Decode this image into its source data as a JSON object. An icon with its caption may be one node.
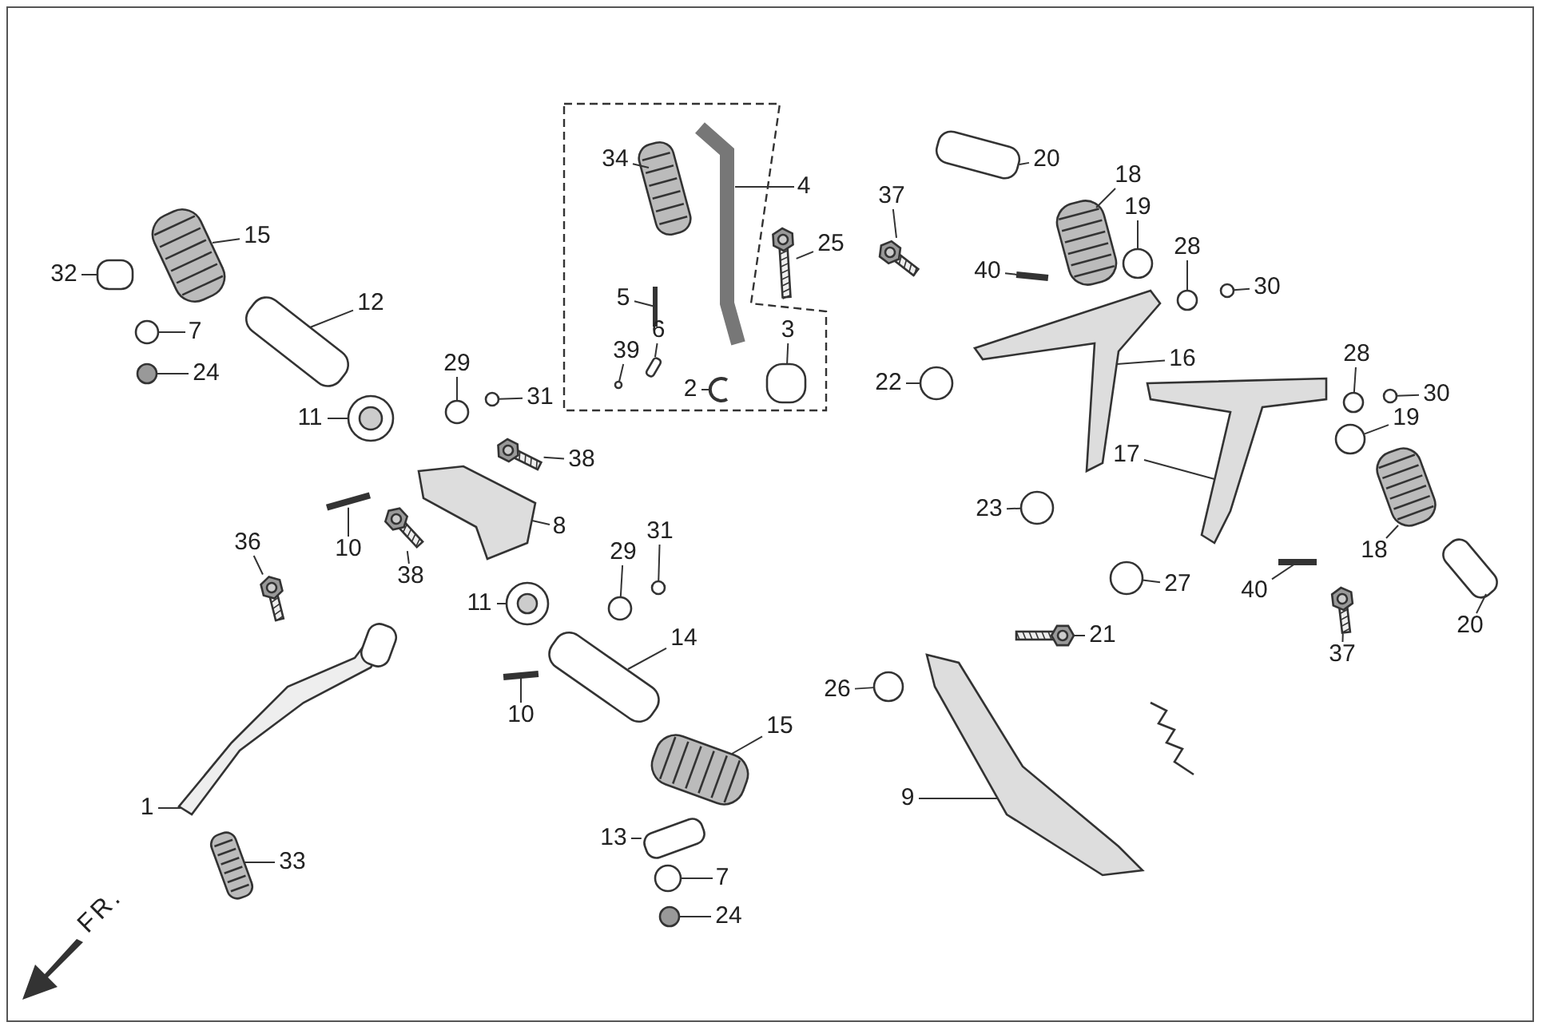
{
  "diagram": {
    "nodes": [
      {
        "text": [
          "20"
        ]
      },
      {
        "text": [
          "34"
        ]
      },
      {
        "text": [
          "18"
        ]
      },
      {
        "text": [
          "4"
        ]
      },
      {
        "text": [
          "37"
        ]
      },
      {
        "text": [
          "19"
        ]
      },
      {
        "text": [
          "15"
        ]
      },
      {
        "text": [
          "25"
        ]
      },
      {
        "text": [
          "28"
        ]
      },
      {
        "text": [
          "40"
        ]
      },
      {
        "text": [
          "32"
        ]
      },
      {
        "text": [
          "30"
        ]
      },
      {
        "text": [
          "5"
        ]
      },
      {
        "text": [
          "12"
        ]
      },
      {
        "text": [
          "6"
        ]
      },
      {
        "text": [
          "3"
        ]
      },
      {
        "text": [
          "7"
        ]
      },
      {
        "text": [
          "16"
        ]
      },
      {
        "text": [
          "39"
        ]
      },
      {
        "text": [
          "28"
        ]
      },
      {
        "text": [
          "29"
        ]
      },
      {
        "text": [
          "24"
        ]
      },
      {
        "text": [
          "22"
        ]
      },
      {
        "text": [
          "2"
        ]
      },
      {
        "text": [
          "30"
        ]
      },
      {
        "text": [
          "31"
        ]
      },
      {
        "text": [
          "11"
        ]
      },
      {
        "text": [
          "17"
        ]
      },
      {
        "text": [
          "19"
        ]
      },
      {
        "text": [
          "38"
        ]
      },
      {
        "text": [
          "23"
        ]
      },
      {
        "text": [
          "40"
        ]
      },
      {
        "text": [
          "8"
        ]
      },
      {
        "text": [
          "31"
        ]
      },
      {
        "text": [
          "18"
        ]
      },
      {
        "text": [
          "10"
        ]
      },
      {
        "text": [
          "29"
        ]
      },
      {
        "text": [
          "38"
        ]
      },
      {
        "text": [
          "27"
        ]
      },
      {
        "text": [
          "20"
        ]
      },
      {
        "text": [
          "11"
        ]
      },
      {
        "text": [
          "37"
        ]
      },
      {
        "text": [
          "36"
        ]
      },
      {
        "text": [
          "14"
        ]
      },
      {
        "text": [
          "21"
        ]
      },
      {
        "text": [
          "26"
        ]
      },
      {
        "text": [
          "10"
        ]
      },
      {
        "text": [
          "15"
        ]
      },
      {
        "text": [
          "1"
        ]
      },
      {
        "text": [
          "9"
        ]
      },
      {
        "text": [
          "13"
        ]
      },
      {
        "text": [
          "33"
        ]
      },
      {
        "text": [
          "7"
        ]
      },
      {
        "text": [
          "24"
        ]
      },
      {
        "text": [],
        "shape": "box"
      },
      {
        "text": [],
        "shape": "picture"
      },
      {
        "text": [],
        "shape": "picture"
      },
      {
        "text": [],
        "shape": "picture"
      },
      {
        "text": [],
        "shape": "picture"
      },
      {
        "text": [],
        "shape": "circle"
      },
      {
        "text": [],
        "shape": "picture"
      },
      {
        "text": [],
        "shape": "picture"
      },
      {
        "text": [],
        "shape": "circle"
      },
      {
        "text": [],
        "shape": "bar"
      },
      {
        "text": [],
        "shape": "box"
      },
      {
        "text": [],
        "shape": "circle"
      },
      {
        "text": [],
        "shape": "bar"
      },
      {
        "text": [],
        "shape": "box"
      },
      {
        "text": [],
        "shape": "box"
      },
      {
        "text": [],
        "shape": "box"
      },
      {
        "text": [],
        "shape": "circle"
      },
      {
        "text": [],
        "shape": "picture"
      },
      {
        "text": [],
        "shape": "circle"
      },
      {
        "text": [],
        "shape": "circle"
      },
      {
        "text": [],
        "shape": "circle"
      },
      {
        "text": [],
        "shape": "circle"
      },
      {
        "text": [],
        "shape": "circle"
      },
      {
        "text": [],
        "shape": "picture"
      },
      {
        "text": [],
        "shape": "circle"
      },
      {
        "text": [],
        "shape": "circle"
      },
      {
        "text": [],
        "shape": "circle"
      },
      {
        "text": [],
        "shape": "picture"
      },
      {
        "text": [],
        "shape": "circle"
      },
      {
        "text": [],
        "shape": "picture"
      },
      {
        "text": [],
        "shape": "circle"
      },
      {
        "text": [],
        "shape": "bar"
      },
      {
        "text": [],
        "shape": "picture"
      },
      {
        "text": [],
        "shape": "circle"
      },
      {
        "text": [],
        "shape": "picture"
      },
      {
        "text": [],
        "shape": "bar"
      },
      {
        "text": [],
        "shape": "circle"
      },
      {
        "text": [],
        "shape": "picture"
      },
      {
        "text": [],
        "shape": "circle"
      },
      {
        "text": [],
        "shape": "box"
      },
      {
        "text": [],
        "shape": "circle"
      },
      {
        "text": [],
        "shape": "picture"
      },
      {
        "text": [],
        "shape": "picture"
      },
      {
        "text": [],
        "shape": "box"
      },
      {
        "text": [],
        "shape": "picture"
      },
      {
        "text": [],
        "shape": "circle"
      },
      {
        "text": [],
        "shape": "bar"
      },
      {
        "text": [],
        "shape": "picture"
      },
      {
        "text": [],
        "shape": "picture"
      },
      {
        "text": [],
        "shape": "picture"
      },
      {
        "text": [],
        "shape": "box"
      },
      {
        "text": [],
        "shape": "picture"
      },
      {
        "text": [],
        "shape": "circle"
      },
      {
        "text": [],
        "shape": "circle"
      }
    ],
    "edges": [
      {
        "from": 0,
        "to": 54,
        "arrow": "none"
      },
      {
        "from": 1,
        "to": 55,
        "arrow": "none"
      },
      {
        "from": 2,
        "to": 56,
        "arrow": "none"
      },
      {
        "from": 3,
        "to": 57,
        "arrow": "none"
      },
      {
        "from": 4,
        "to": 58,
        "arrow": "none"
      },
      {
        "from": 5,
        "to": 59,
        "arrow": "none"
      },
      {
        "from": 6,
        "to": 60,
        "arrow": "none"
      },
      {
        "from": 7,
        "to": 61,
        "arrow": "none"
      },
      {
        "from": 8,
        "to": 62,
        "arrow": "none"
      },
      {
        "from": 9,
        "to": 63,
        "arrow": "none"
      },
      {
        "from": 10,
        "to": 64,
        "arrow": "none"
      },
      {
        "from": 11,
        "to": 65,
        "arrow": "none"
      },
      {
        "from": 12,
        "to": 66,
        "arrow": "none"
      },
      {
        "from": 13,
        "to": 67,
        "arrow": "none"
      },
      {
        "from": 14,
        "to": 68,
        "arrow": "none"
      },
      {
        "from": 15,
        "to": 69,
        "arrow": "none"
      },
      {
        "from": 16,
        "to": 70,
        "arrow": "none"
      },
      {
        "from": 17,
        "to": 71,
        "arrow": "none"
      },
      {
        "from": 18,
        "to": 72,
        "arrow": "none"
      },
      {
        "from": 19,
        "to": 73,
        "arrow": "none"
      },
      {
        "from": 20,
        "to": 74,
        "arrow": "none"
      },
      {
        "from": 21,
        "to": 75,
        "arrow": "none"
      },
      {
        "from": 22,
        "to": 76,
        "arrow": "none"
      },
      {
        "from": 23,
        "to": 77,
        "arrow": "none"
      },
      {
        "from": 24,
        "to": 78,
        "arrow": "none"
      },
      {
        "from": 25,
        "to": 79,
        "arrow": "none"
      },
      {
        "from": 26,
        "to": 80,
        "arrow": "none"
      },
      {
        "from": 27,
        "to": 81,
        "arrow": "none"
      },
      {
        "from": 28,
        "to": 82,
        "arrow": "none"
      },
      {
        "from": 29,
        "to": 83,
        "arrow": "none"
      },
      {
        "from": 30,
        "to": 84,
        "arrow": "none"
      },
      {
        "from": 31,
        "to": 85,
        "arrow": "none"
      },
      {
        "from": 32,
        "to": 86,
        "arrow": "none"
      },
      {
        "from": 33,
        "to": 87,
        "arrow": "none"
      },
      {
        "from": 34,
        "to": 88,
        "arrow": "none"
      },
      {
        "from": 35,
        "to": 89,
        "arrow": "none"
      },
      {
        "from": 36,
        "to": 90,
        "arrow": "none"
      },
      {
        "from": 37,
        "to": 91,
        "arrow": "none"
      },
      {
        "from": 38,
        "to": 92,
        "arrow": "none"
      },
      {
        "from": 39,
        "to": 93,
        "arrow": "none"
      },
      {
        "from": 40,
        "to": 94,
        "arrow": "none"
      },
      {
        "from": 41,
        "to": 95,
        "arrow": "none"
      },
      {
        "from": 42,
        "to": 96,
        "arrow": "none"
      },
      {
        "from": 43,
        "to": 97,
        "arrow": "none"
      },
      {
        "from": 44,
        "to": 98,
        "arrow": "none"
      },
      {
        "from": 45,
        "to": 99,
        "arrow": "none"
      },
      {
        "from": 46,
        "to": 100,
        "arrow": "none"
      },
      {
        "from": 47,
        "to": 101,
        "arrow": "none"
      },
      {
        "from": 48,
        "to": 102,
        "arrow": "none"
      },
      {
        "from": 49,
        "to": 103,
        "arrow": "none"
      },
      {
        "from": 50,
        "to": 104,
        "arrow": "none"
      },
      {
        "from": 51,
        "to": 105,
        "arrow": "none"
      },
      {
        "from": 52,
        "to": 106,
        "arrow": "none"
      },
      {
        "from": 53,
        "to": 107,
        "arrow": "none"
      }
    ],
    "labels": [
      "FR."
    ]
  }
}
